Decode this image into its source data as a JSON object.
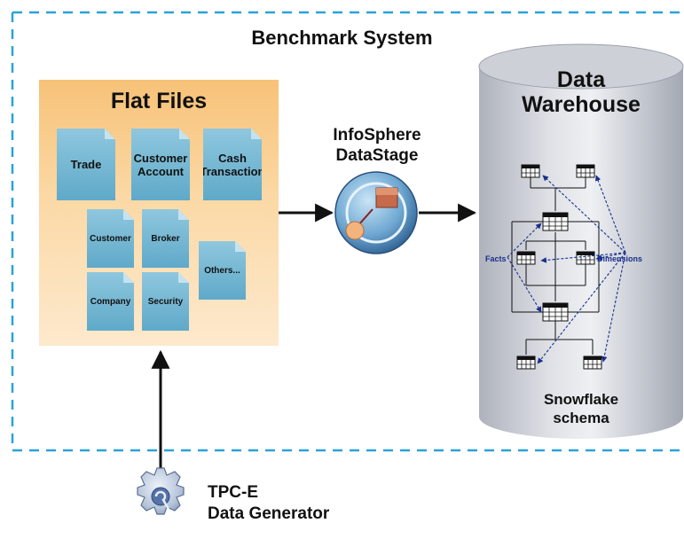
{
  "system": {
    "title": "Benchmark System"
  },
  "flat_files": {
    "title": "Flat Files",
    "docs": [
      {
        "label": "Trade"
      },
      {
        "label": "Customer Account"
      },
      {
        "label": "Cash Transaction"
      },
      {
        "label": "Customer"
      },
      {
        "label": "Broker"
      },
      {
        "label": "Others..."
      },
      {
        "label": "Company"
      },
      {
        "label": "Security"
      }
    ]
  },
  "datastage": {
    "line1": "InfoSphere",
    "line2": "DataStage"
  },
  "warehouse": {
    "title_line1": "Data",
    "title_line2": "Warehouse",
    "facts_label": "Facts",
    "dimensions_label": "Dimensions",
    "schema_line1": "Snowflake",
    "schema_line2": "schema"
  },
  "generator": {
    "line1": "TPC-E",
    "line2": "Data Generator"
  },
  "colors": {
    "border_dash": "#2aa3d8",
    "flat_panel": "#f7c278",
    "doc_fill": "#6aafcf",
    "cylinder": "#b9bdc6",
    "annotation": "#1a2e8c"
  }
}
